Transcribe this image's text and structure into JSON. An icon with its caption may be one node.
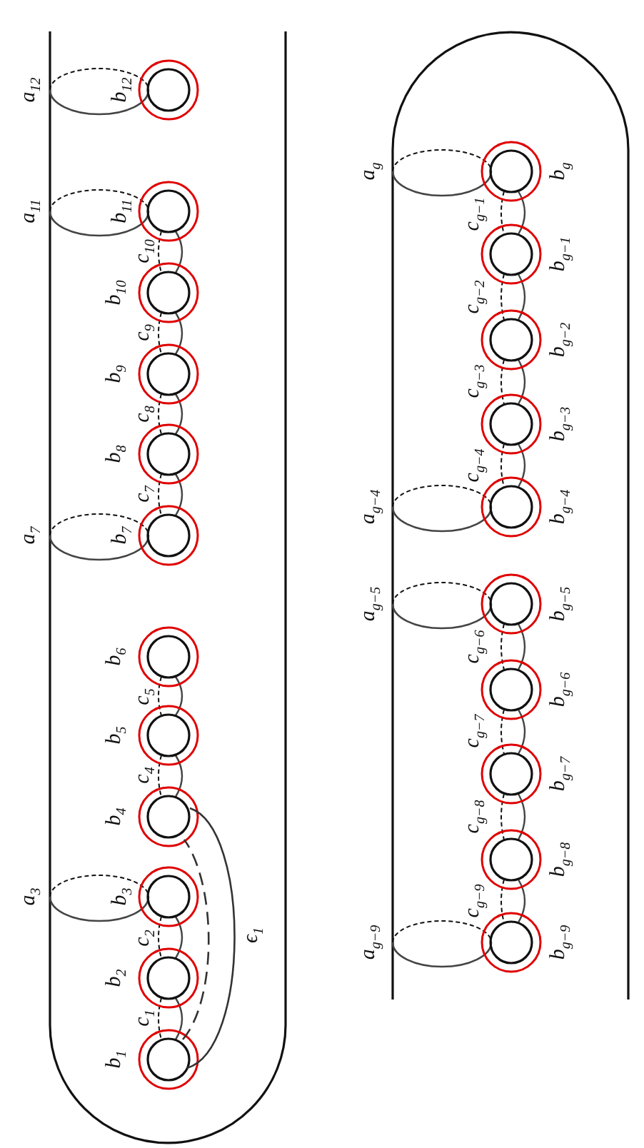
{
  "diagram": {
    "labels": [
      "a$_{12}$",
      "b$_{12}$",
      "a$_{11}$",
      "b$_{11}$",
      "c$_{10}$",
      "b$_{10}$",
      "c$_{9}$",
      "b$_{9}$",
      "c$_{8}$",
      "b$_{8}$",
      "c$_{7}$",
      "a$_{7}$",
      "b$_{7}$",
      "b$_{6}$",
      "c$_{5}$",
      "b$_{5}$",
      "c$_{4}$",
      "b$_{4}$",
      "a$_{3}$",
      "b$_{3}$",
      "c$_{2}$",
      "b$_{2}$",
      "c$_{1}$",
      "b$_{1}$",
      "ϵ$_{1}$",
      "a$_{g}$",
      "b$_{g}$",
      "c$_{g−1}$",
      "b$_{g−1}$",
      "c$_{g−2}$",
      "b$_{g−2}$",
      "c$_{g−3}$",
      "b$_{g−3}$",
      "c$_{g−4}$",
      "a$_{g−4}$",
      "b$_{g−4}$",
      "a$_{g−5}$",
      "b$_{g−5}$",
      "c$_{g−6}$",
      "b$_{g−6}$",
      "c$_{g−7}$",
      "b$_{g−7}$",
      "c$_{g−8}$",
      "b$_{g−8}$",
      "c$_{g−9}$",
      "a$_{g−9}$",
      "b$_{g−9}$"
    ]
  }
}
